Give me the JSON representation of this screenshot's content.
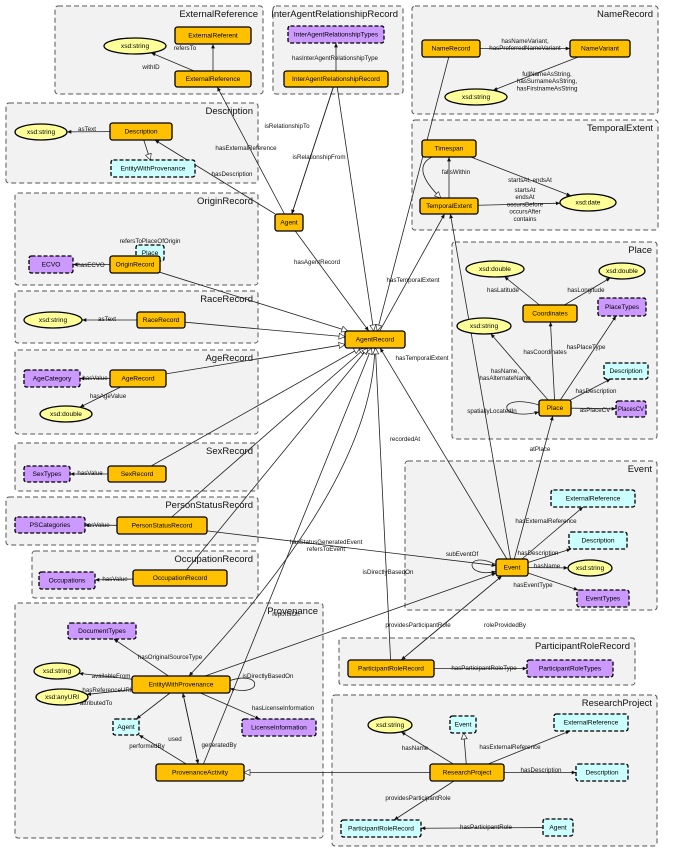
{
  "groups": [
    {
      "id": "external-reference",
      "title": "ExternalReference"
    },
    {
      "id": "inter-agent-relationship-record",
      "title": "InterAgentRelationshipRecord"
    },
    {
      "id": "name-record",
      "title": "NameRecord"
    },
    {
      "id": "description",
      "title": "Description"
    },
    {
      "id": "temporal-extent",
      "title": "TemporalExtent"
    },
    {
      "id": "origin-record",
      "title": "OriginRecord"
    },
    {
      "id": "race-record",
      "title": "RaceRecord"
    },
    {
      "id": "place",
      "title": "Place"
    },
    {
      "id": "age-record",
      "title": "AgeRecord"
    },
    {
      "id": "sex-record",
      "title": "SexRecord"
    },
    {
      "id": "event",
      "title": "Event"
    },
    {
      "id": "person-status-record",
      "title": "PersonStatusRecord"
    },
    {
      "id": "occupation-record",
      "title": "OccupationRecord"
    },
    {
      "id": "provenance",
      "title": "Provenance"
    },
    {
      "id": "participant-role-record",
      "title": "ParticipantRoleRecord"
    },
    {
      "id": "research-project",
      "title": "ResearchProject"
    }
  ],
  "nodes": [
    {
      "id": "er_lit",
      "label": "xsd:string",
      "kind": "literal"
    },
    {
      "id": "er_referent",
      "label": "ExternalReferent",
      "kind": "core"
    },
    {
      "id": "er_main",
      "label": "ExternalReference",
      "kind": "core"
    },
    {
      "id": "iar_types",
      "label": "InterAgentRelationshipTypes",
      "kind": "vocab"
    },
    {
      "id": "iar_main",
      "label": "InterAgentRelationshipRecord",
      "kind": "core"
    },
    {
      "id": "nr_main",
      "label": "NameRecord",
      "kind": "core"
    },
    {
      "id": "nr_variant",
      "label": "NameVariant",
      "kind": "core"
    },
    {
      "id": "nr_lit",
      "label": "xsd:string",
      "kind": "literal"
    },
    {
      "id": "d_lit",
      "label": "xsd:string",
      "kind": "literal"
    },
    {
      "id": "d_main",
      "label": "Description",
      "kind": "core"
    },
    {
      "id": "d_ewp",
      "label": "EntityWithProvenance",
      "kind": "link"
    },
    {
      "id": "te_timespan",
      "label": "Timespan",
      "kind": "core"
    },
    {
      "id": "te_main",
      "label": "TemporalExtent",
      "kind": "core"
    },
    {
      "id": "te_date",
      "label": "xsd:date",
      "kind": "literal"
    },
    {
      "id": "agent",
      "label": "Agent",
      "kind": "core"
    },
    {
      "id": "or_place",
      "label": "Place",
      "kind": "link"
    },
    {
      "id": "or_ecvo",
      "label": "ECVO",
      "kind": "vocab"
    },
    {
      "id": "or_main",
      "label": "OriginRecord",
      "kind": "core"
    },
    {
      "id": "rr_lit",
      "label": "xsd:string",
      "kind": "literal"
    },
    {
      "id": "rr_main",
      "label": "RaceRecord",
      "kind": "core"
    },
    {
      "id": "agent_record",
      "label": "AgentRecord",
      "kind": "core"
    },
    {
      "id": "pl_lat",
      "label": "xsd:double",
      "kind": "literal"
    },
    {
      "id": "pl_lon",
      "label": "xsd:double",
      "kind": "literal"
    },
    {
      "id": "pl_coords",
      "label": "Coordinates",
      "kind": "core"
    },
    {
      "id": "pl_types",
      "label": "PlaceTypes",
      "kind": "vocab"
    },
    {
      "id": "pl_lit",
      "label": "xsd:string",
      "kind": "literal"
    },
    {
      "id": "pl_desc",
      "label": "Description",
      "kind": "link"
    },
    {
      "id": "pl_main",
      "label": "Place",
      "kind": "core"
    },
    {
      "id": "pl_cv",
      "label": "PlacesCV",
      "kind": "vocab"
    },
    {
      "id": "ar_cat",
      "label": "AgeCategory",
      "kind": "vocab"
    },
    {
      "id": "ar_main",
      "label": "AgeRecord",
      "kind": "core"
    },
    {
      "id": "ar_lit",
      "label": "xsd:double",
      "kind": "literal"
    },
    {
      "id": "sr_types",
      "label": "SexTypes",
      "kind": "vocab"
    },
    {
      "id": "sr_main",
      "label": "SexRecord",
      "kind": "core"
    },
    {
      "id": "ev_extref",
      "label": "ExternalReference",
      "kind": "link"
    },
    {
      "id": "ev_desc",
      "label": "Description",
      "kind": "link"
    },
    {
      "id": "ev_main",
      "label": "Event",
      "kind": "core"
    },
    {
      "id": "ev_lit",
      "label": "xsd:string",
      "kind": "literal"
    },
    {
      "id": "ev_types",
      "label": "EventTypes",
      "kind": "vocab"
    },
    {
      "id": "psr_cat",
      "label": "PSCategories",
      "kind": "vocab"
    },
    {
      "id": "psr_main",
      "label": "PersonStatusRecord",
      "kind": "core"
    },
    {
      "id": "oc_occ",
      "label": "Occupations",
      "kind": "vocab"
    },
    {
      "id": "oc_main",
      "label": "OccupationRecord",
      "kind": "core"
    },
    {
      "id": "pv_doctypes",
      "label": "DocumentTypes",
      "kind": "vocab"
    },
    {
      "id": "pv_lit",
      "label": "xsd:string",
      "kind": "literal"
    },
    {
      "id": "pv_ewp",
      "label": "EntityWithProvenance",
      "kind": "core"
    },
    {
      "id": "pv_uri",
      "label": "xsd:anyURI",
      "kind": "literal"
    },
    {
      "id": "pv_agent",
      "label": "Agent",
      "kind": "link"
    },
    {
      "id": "pv_license",
      "label": "LicenseInformation",
      "kind": "vocab"
    },
    {
      "id": "pv_activity",
      "label": "ProvenanceActivity",
      "kind": "core"
    },
    {
      "id": "prr_main",
      "label": "ParticipantRoleRecord",
      "kind": "core"
    },
    {
      "id": "prr_types",
      "label": "ParticipantRoleTypes",
      "kind": "vocab"
    },
    {
      "id": "rp_lit",
      "label": "xsd:string",
      "kind": "literal"
    },
    {
      "id": "rp_event",
      "label": "Event",
      "kind": "link"
    },
    {
      "id": "rp_extref",
      "label": "ExternalReference",
      "kind": "link"
    },
    {
      "id": "rp_main",
      "label": "ResearchProject",
      "kind": "core"
    },
    {
      "id": "rp_desc",
      "label": "Description",
      "kind": "link"
    },
    {
      "id": "rp_prr",
      "label": "ParticipantRoleRecord",
      "kind": "link"
    },
    {
      "id": "rp_agent",
      "label": "Agent",
      "kind": "link"
    }
  ],
  "edges": [
    {
      "from": "er_main",
      "to": "er_referent",
      "label": [
        "refersTo"
      ]
    },
    {
      "from": "er_main",
      "to": "er_lit",
      "label": [
        "withID"
      ]
    },
    {
      "from": "iar_main",
      "to": "iar_types",
      "label": [
        "hasInterAgentRelationshipType"
      ]
    },
    {
      "from": "nr_main",
      "to": "nr_variant",
      "label": [
        "hasNameVariant,",
        "hasPreferredNameVariant"
      ]
    },
    {
      "from": "nr_variant",
      "to": "nr_lit",
      "label": [
        "fullNameAsString,",
        "hasSurnameAsString,",
        "hasFirstnameAsString"
      ]
    },
    {
      "from": "d_main",
      "to": "d_lit",
      "label": [
        "asText"
      ]
    },
    {
      "from": "d_main",
      "to": "d_ewp",
      "label": [],
      "type": "subclass"
    },
    {
      "from": "te_main",
      "to": "te_timespan",
      "label": [
        "fallsWithin"
      ]
    },
    {
      "from": "te_timespan",
      "to": "te_date",
      "label": [
        "startsAt, endsAt"
      ]
    },
    {
      "from": "te_main",
      "to": "te_date",
      "label": [
        "startsAt",
        "endsAt",
        "occursBefore",
        "occursAfter",
        "contains"
      ]
    },
    {
      "from": "te_timespan",
      "to": "te_main",
      "label": [],
      "type": "subclass"
    },
    {
      "from": "agent",
      "to": "er_main",
      "label": [
        "hasExternalReference"
      ]
    },
    {
      "from": "agent",
      "to": "d_main",
      "label": [
        "hasDescription"
      ]
    },
    {
      "from": "iar_main",
      "to": "agent",
      "label": [
        "isRelationshipTo"
      ]
    },
    {
      "from": "iar_main",
      "to": "agent",
      "label": [
        "isRelationshipFrom"
      ]
    },
    {
      "from": "agent",
      "to": "agent_record",
      "label": [
        "hasAgentRecord"
      ]
    },
    {
      "from": "or_main",
      "to": "or_place",
      "label": [
        "refersToPlaceOfOrigin"
      ]
    },
    {
      "from": "or_main",
      "to": "or_ecvo",
      "label": [
        "hasECVO"
      ]
    },
    {
      "from": "rr_main",
      "to": "rr_lit",
      "label": [
        "asText"
      ]
    },
    {
      "from": "pl_coords",
      "to": "pl_lat",
      "label": [
        "hasLatitude"
      ]
    },
    {
      "from": "pl_coords",
      "to": "pl_lon",
      "label": [
        "hasLongitude"
      ]
    },
    {
      "from": "pl_main",
      "to": "pl_coords",
      "label": [
        "hasCoordinates"
      ]
    },
    {
      "from": "pl_main",
      "to": "pl_types",
      "label": [
        "hasPlaceType"
      ]
    },
    {
      "from": "pl_main",
      "to": "pl_lit",
      "label": [
        "hasName,",
        "hasAlternateName"
      ]
    },
    {
      "from": "pl_main",
      "to": "pl_desc",
      "label": [
        "hasDescription"
      ]
    },
    {
      "from": "pl_main",
      "to": "pl_cv",
      "label": [
        "asPlaceCV"
      ]
    },
    {
      "from": "pl_main",
      "to": "pl_main",
      "label": [
        "spatiallyLocatedIn"
      ],
      "type": "self"
    },
    {
      "from": "ar_main",
      "to": "ar_cat",
      "label": [
        "hasValue"
      ]
    },
    {
      "from": "ar_main",
      "to": "ar_lit",
      "label": [
        "hasAgeValue"
      ]
    },
    {
      "from": "sr_main",
      "to": "sr_types",
      "label": [
        "hasValue"
      ]
    },
    {
      "from": "ev_main",
      "to": "ev_extref",
      "label": [
        "hasExternalReference"
      ]
    },
    {
      "from": "ev_main",
      "to": "ev_desc",
      "label": [
        "hasDescription"
      ]
    },
    {
      "from": "ev_main",
      "to": "ev_lit",
      "label": [
        "hasName"
      ]
    },
    {
      "from": "ev_main",
      "to": "ev_types",
      "label": [
        "hasEventType"
      ]
    },
    {
      "from": "ev_main",
      "to": "pl_main",
      "label": [
        "atPlace"
      ]
    },
    {
      "from": "ev_main",
      "to": "ev_main",
      "label": [
        "subEventOf"
      ],
      "type": "self"
    },
    {
      "from": "psr_main",
      "to": "psr_cat",
      "label": [
        "hasValue"
      ]
    },
    {
      "from": "psr_main",
      "to": "ev_main",
      "label": [
        "hasStatusGeneratedEvent",
        "refersToEvent"
      ]
    },
    {
      "from": "oc_main",
      "to": "oc_occ",
      "label": [
        "hasValue"
      ]
    },
    {
      "from": "agent_record",
      "to": "te_main",
      "label": [
        "hasTemporalExtent"
      ]
    },
    {
      "from": "ev_main",
      "to": "te_main",
      "label": [
        "hasTemporalExtent"
      ]
    },
    {
      "from": "ev_main",
      "to": "agent_record",
      "label": [
        "recordedAt"
      ]
    },
    {
      "from": "agent_record",
      "to": "pv_ewp",
      "label": [
        "isDirectlyBasedOn"
      ]
    },
    {
      "from": "pv_ewp",
      "to": "ev_main",
      "label": [
        "reportsOn"
      ]
    },
    {
      "from": "ev_main",
      "to": "prr_main",
      "label": [
        "providesParticipantRole"
      ]
    },
    {
      "from": "prr_main",
      "to": "ev_main",
      "label": [
        "roleProvidedBy"
      ]
    },
    {
      "from": "prr_main",
      "to": "prr_types",
      "label": [
        "hasParticipantRoleType"
      ]
    },
    {
      "from": "pv_ewp",
      "to": "pv_doctypes",
      "label": [
        "hasOriginalSourceType"
      ]
    },
    {
      "from": "pv_ewp",
      "to": "pv_lit",
      "label": [
        "availableFrom"
      ]
    },
    {
      "from": "pv_ewp",
      "to": "pv_uri",
      "label": [
        "hasReferenceURI"
      ]
    },
    {
      "from": "pv_ewp",
      "to": "pv_agent",
      "label": [
        "attributedTo"
      ]
    },
    {
      "from": "pv_ewp",
      "to": "pv_license",
      "label": [
        "hasLicenseInformation"
      ]
    },
    {
      "from": "pv_ewp",
      "to": "pv_ewp",
      "label": [
        "isDirectlyBasedOn"
      ],
      "type": "self"
    },
    {
      "from": "pv_activity",
      "to": "pv_agent",
      "label": [
        "performedBy"
      ]
    },
    {
      "from": "pv_activity",
      "to": "pv_ewp",
      "label": [
        "used"
      ]
    },
    {
      "from": "pv_ewp",
      "to": "pv_activity",
      "label": [
        "generatedBy"
      ]
    },
    {
      "from": "rp_main",
      "to": "rp_lit",
      "label": [
        "hasName"
      ]
    },
    {
      "from": "rp_main",
      "to": "rp_event",
      "label": [],
      "type": "subclass"
    },
    {
      "from": "rp_main",
      "to": "rp_extref",
      "label": [
        "hasExternalReference"
      ]
    },
    {
      "from": "rp_main",
      "to": "rp_desc",
      "label": [
        "hasDescription"
      ]
    },
    {
      "from": "rp_main",
      "to": "rp_prr",
      "label": [
        "providesParticipantRole"
      ]
    },
    {
      "from": "rp_agent",
      "to": "rp_prr",
      "label": [
        "hasParticipantRole"
      ]
    },
    {
      "from": "rp_main",
      "to": "pv_activity",
      "label": [],
      "type": "subclass"
    },
    {
      "from": "nr_main",
      "to": "agent_record",
      "label": [],
      "type": "subclass"
    },
    {
      "from": "iar_main",
      "to": "agent_record",
      "label": [],
      "type": "subclass"
    },
    {
      "from": "or_main",
      "to": "agent_record",
      "label": [],
      "type": "subclass"
    },
    {
      "from": "rr_main",
      "to": "agent_record",
      "label": [],
      "type": "subclass"
    },
    {
      "from": "ar_main",
      "to": "agent_record",
      "label": [],
      "type": "subclass"
    },
    {
      "from": "sr_main",
      "to": "agent_record",
      "label": [],
      "type": "subclass"
    },
    {
      "from": "psr_main",
      "to": "agent_record",
      "label": [],
      "type": "subclass"
    },
    {
      "from": "oc_main",
      "to": "agent_record",
      "label": [],
      "type": "subclass"
    },
    {
      "from": "pv_activity",
      "to": "agent_record",
      "label": [],
      "type": "subclass"
    },
    {
      "from": "prr_main",
      "to": "agent_record",
      "label": [],
      "type": "subclass"
    }
  ],
  "colors": {
    "core": "#ffc000",
    "link": "#ccffff",
    "vocab": "#cc99ff",
    "literal": "#ffff99",
    "group_fill": "#f2f2f2"
  }
}
